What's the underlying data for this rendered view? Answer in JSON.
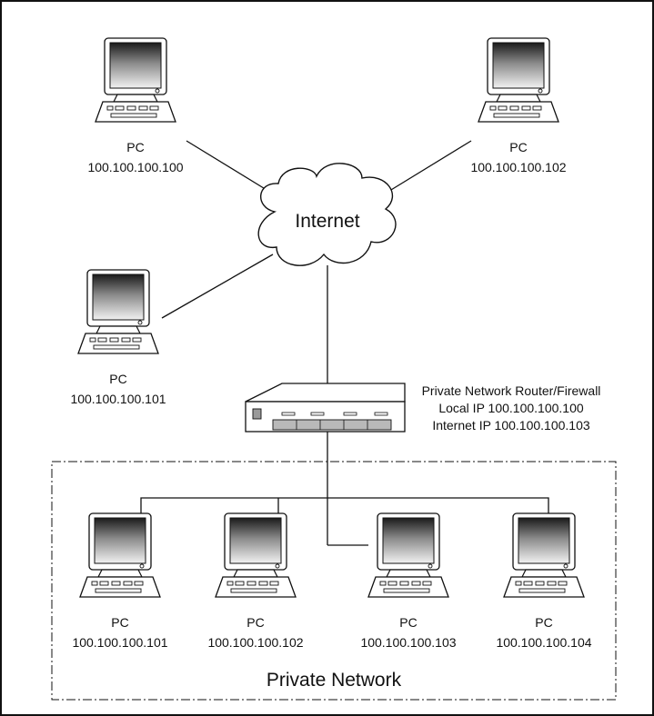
{
  "cloud": {
    "label": "Internet"
  },
  "router": {
    "lines": [
      "Private Network Router/Firewall",
      "Local IP 100.100.100.100",
      "Internet IP 100.100.100.103"
    ]
  },
  "internet_pcs": [
    {
      "name": "PC",
      "ip": "100.100.100.100"
    },
    {
      "name": "PC",
      "ip": "100.100.100.102"
    },
    {
      "name": "PC",
      "ip": "100.100.100.101"
    }
  ],
  "private_network": {
    "label": "Private Network",
    "pcs": [
      {
        "name": "PC",
        "ip": "100.100.100.101"
      },
      {
        "name": "PC",
        "ip": "100.100.100.102"
      },
      {
        "name": "PC",
        "ip": "100.100.100.103"
      },
      {
        "name": "PC",
        "ip": "100.100.100.104"
      }
    ]
  },
  "colors": {
    "line": "#111111",
    "screen_top": "#f2f2f2",
    "screen_bottom": "#1a1a1a"
  }
}
